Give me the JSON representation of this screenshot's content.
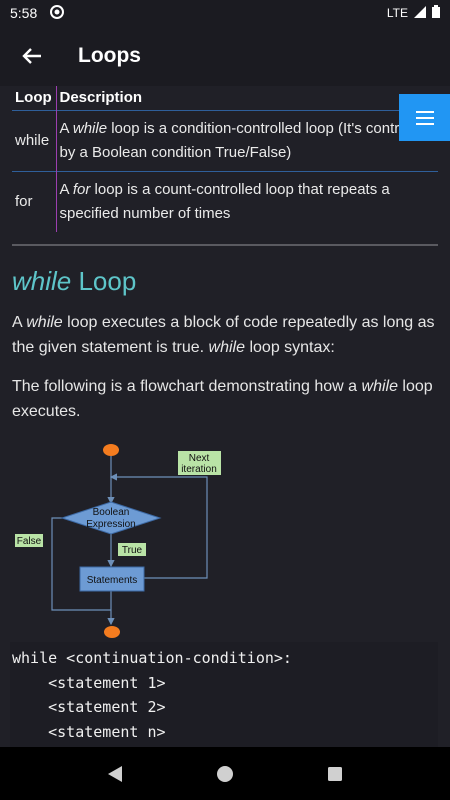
{
  "status": {
    "time": "5:58",
    "network": "LTE"
  },
  "app_bar": {
    "title": "Loops"
  },
  "table": {
    "headers": [
      "Loop",
      "Description"
    ],
    "rows": [
      {
        "loop": "while",
        "pre": "A ",
        "em": "while",
        "post": " loop is a condition-controlled loop (It's controlled by a Boolean condition True/False)"
      },
      {
        "loop": "for",
        "pre": "A ",
        "em": "for",
        "post": " loop is a count-controlled loop that repeats a specified number of times"
      }
    ]
  },
  "section": {
    "heading_em": "while",
    "heading_rest": " Loop",
    "para1": {
      "a": "A ",
      "em1": "while",
      "b": " loop executes a block of code repeatedly as long as the given statement is true. ",
      "em2": "while",
      "c": " loop syntax:"
    },
    "para2": {
      "a": "The following is a flowchart demonstrating how a ",
      "em": "while",
      "b": " loop executes."
    }
  },
  "flowchart": {
    "next_iteration": [
      "Next",
      "iteration"
    ],
    "decision": [
      "Boolean",
      "Expression"
    ],
    "true_label": "True",
    "false_label": "False",
    "process": "Statements",
    "colors": {
      "node": "#6d9bd4",
      "terminal": "#f47c1f",
      "label_bg": "#b9e3a6",
      "line": "#6d8fb8"
    }
  },
  "code": {
    "lines": [
      "while <continuation-condition>:",
      "    <statement 1>",
      "    <statement 2>",
      "    <statement n>"
    ]
  }
}
